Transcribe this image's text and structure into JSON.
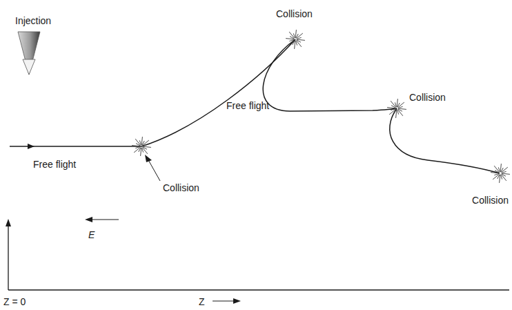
{
  "diagram": {
    "labels": [
      "Injection",
      "Free flight",
      "Collision",
      "Free flight",
      "Collision",
      "Collision",
      "Collision",
      "E",
      "Z = 0",
      "Z"
    ]
  }
}
